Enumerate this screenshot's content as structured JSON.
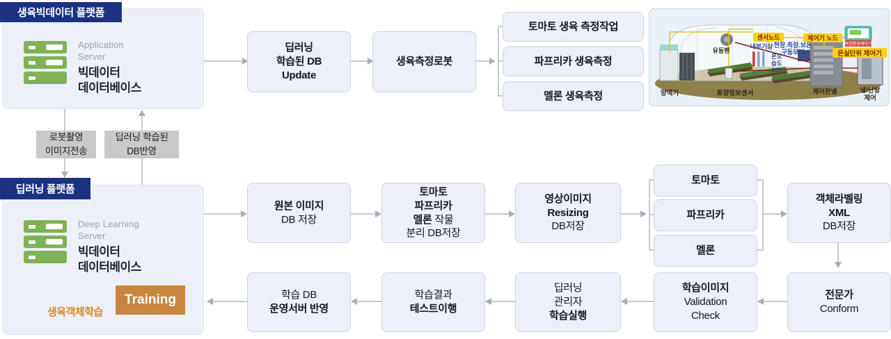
{
  "top_platform": {
    "badge": "생육빅데이터 플랫폼",
    "server_label": "Application\nServer",
    "server_name": "빅데이터\n데이터베이스"
  },
  "bottom_platform": {
    "badge": "딥러닝 플랫폼",
    "server_label": "Deep Learning\nServer",
    "server_name": "빅데이터\n데이터베이스",
    "training": "Training",
    "training_note": "생육객체학습"
  },
  "transfer": {
    "robot_upload": "로봇촬영\n이미지전송",
    "db_reflect": "딥러닝 학습된\nDB반영"
  },
  "row1": {
    "db_update": {
      "l1": "딥러닝",
      "l2": "학습된 DB",
      "l3": "Update"
    },
    "robot": "생육측정로봇",
    "target1": "토마토 생육 측정작업",
    "target2": "파프리카 생육측정",
    "target3": "멜론 생육측정"
  },
  "row2": {
    "orig": {
      "l1": "원본 이미지",
      "l2": "DB 저장"
    },
    "split": {
      "l1": "토마토",
      "l2": "파프리카",
      "l3b": "멜론",
      "l3r": " 작물",
      "l4": "분리 DB저장"
    },
    "resize": {
      "l1": "영상이미지",
      "l2": "Resizing",
      "l3": "DB저장"
    },
    "crop1": "토마토",
    "crop2": "파프리카",
    "crop3": "멜론",
    "labeling": {
      "l1": "객체라벨링",
      "l2": "XML",
      "l3": "DB저장"
    }
  },
  "row3": {
    "expert": {
      "l1": "전문가",
      "l2": "Conform"
    },
    "validation": {
      "l1": "학습이미지",
      "l2": "Validation",
      "l3": "Check"
    },
    "train_exec": {
      "l1": "딥러닝",
      "l2": "관리자",
      "l3": "학습실행"
    },
    "test": {
      "l1": "학습결과",
      "l2": "테스트이행"
    },
    "deploy": {
      "l1": "학습 DB",
      "l2": "운영서버 반영"
    }
  },
  "greenhouse": {
    "sensor_node": "센서노드",
    "controller_node": "제어기 노드",
    "unit_controller": "온실단위 제어기",
    "device_label": "복합환경제어기",
    "indoor": "내부기상",
    "motor1": "천장.측장.보온",
    "motor2": "구동모터",
    "temp": "온도",
    "humid": "습도",
    "co2": "CO₂",
    "fan": "유동팬",
    "nutrient": "양액기",
    "soil_sensor": "토양정보센서",
    "panel": "제어판넬",
    "hvac1": "냉/난방",
    "hvac2": "제어"
  },
  "colors": {
    "badge_navy": "#1b3283",
    "box_fill": "#edf0f8",
    "box_border": "#cfd4e2",
    "gray_label_bg": "#c9c9c9",
    "server_green": "#7fb254",
    "training_orange": "#c8853f",
    "note_orange": "#e0861c",
    "arrow_gray": "#b4b8c2",
    "arrow_dark": "#54626c"
  }
}
